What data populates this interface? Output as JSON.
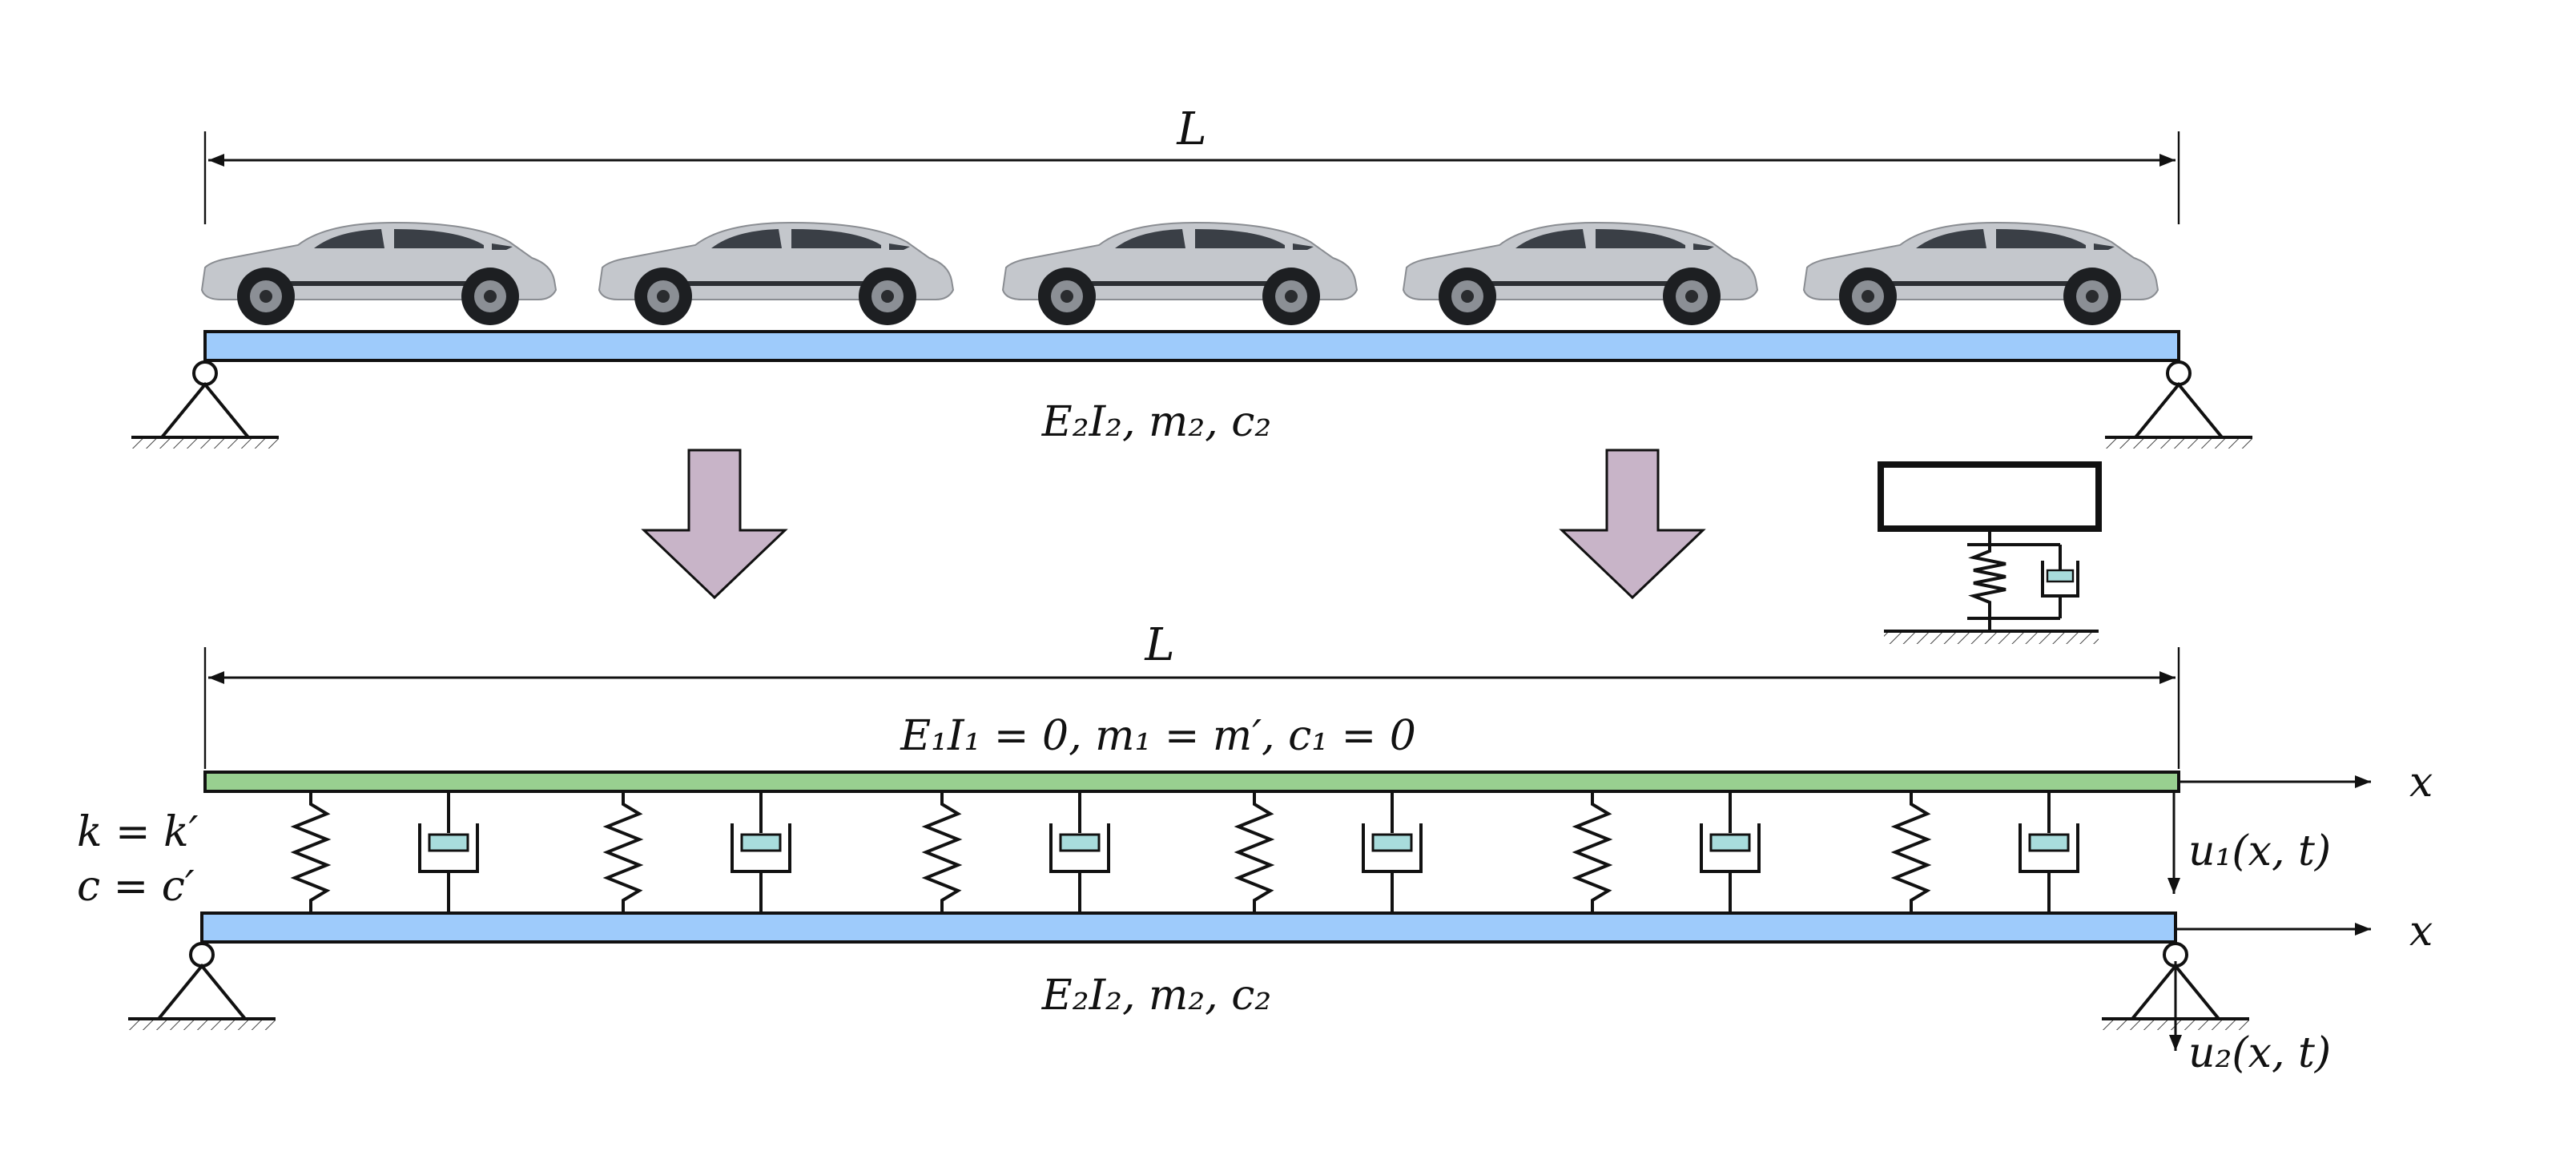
{
  "top_system": {
    "span_label": "L",
    "beam_properties": "E₂I₂,  m₂,  c₂",
    "vehicle_count": 5,
    "colors": {
      "beam": "#9ecbfb",
      "car_body": "#c4c7cc",
      "support": "#111111"
    }
  },
  "arrows": {
    "count": 2,
    "color": "#c8b4c8"
  },
  "oscillator_icon": {
    "name": "spring-damper-mass-icon"
  },
  "bottom_system": {
    "span_label": "L",
    "upper_beam_properties": "E₁I₁ = 0,  m₁ = m′,  c₁ = 0",
    "stiffness_label": "k = k′",
    "damping_label": "c = c′",
    "x_axis_top": "x",
    "x_axis_bottom": "x",
    "displacement_top": "u₁(x, t)",
    "displacement_bottom": "u₂(x, t)",
    "lower_beam_properties": "E₂I₂,  m₂,  c₂",
    "spring_damper_pairs": 6,
    "colors": {
      "upper_beam": "#98d090",
      "lower_beam": "#9ecbfb",
      "damper_fill": "#a8dcdc"
    }
  }
}
